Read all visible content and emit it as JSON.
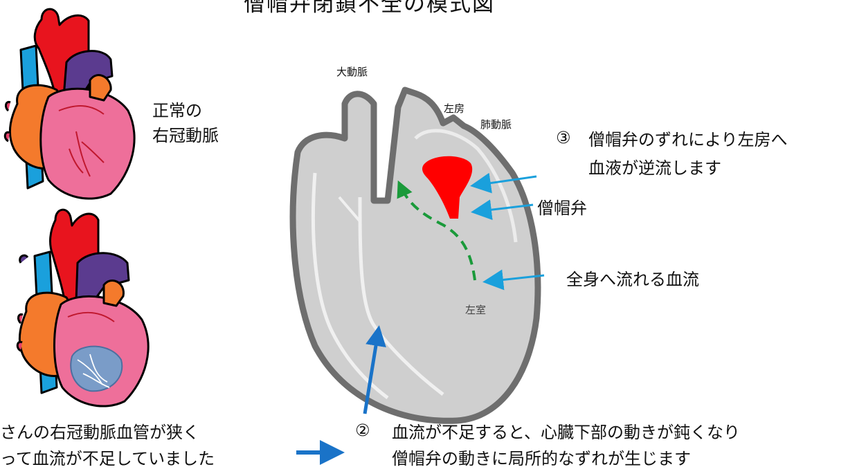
{
  "title": "僧帽弁閉鎖不全の模式図",
  "normal_label": [
    "正常の",
    "右冠動脈"
  ],
  "labels": {
    "aorta": "大動脈",
    "left_atrium": "左房",
    "pulmonary_artery": "肺動脈",
    "left_ventricle": "左室"
  },
  "annotations": {
    "reflux_num": "③",
    "reflux": [
      "僧帽弁のずれにより左房へ",
      "血液が逆流します"
    ],
    "valve": "僧帽弁",
    "systemic_flow": "全身へ流れる血流",
    "dysfunction_num": "②",
    "dysfunction": [
      "血流が不足すると、心臓下部の動きが鈍くなり",
      "僧帽弁の動きに局所的なずれが生じます"
    ],
    "cause": [
      "さんの右冠動脈血管が狭く",
      "って血流が不足していました"
    ]
  },
  "colors": {
    "aorta": "#e8141e",
    "vena_cava": "#1aa0dc",
    "pulmonary": "#5b3b8f",
    "atrium": "#f47a2c",
    "ventricle": "#ee6f9a",
    "heart_gray": "#cfcfcf",
    "valve": "#ff0000",
    "arrow": "#1aa0dc",
    "flow": "#1a9a3a",
    "ischemia": "#7a9cc8"
  },
  "icons": [
    "heart-normal-illustration",
    "heart-narrowed-artery-illustration",
    "heart-cross-section-diagram"
  ]
}
